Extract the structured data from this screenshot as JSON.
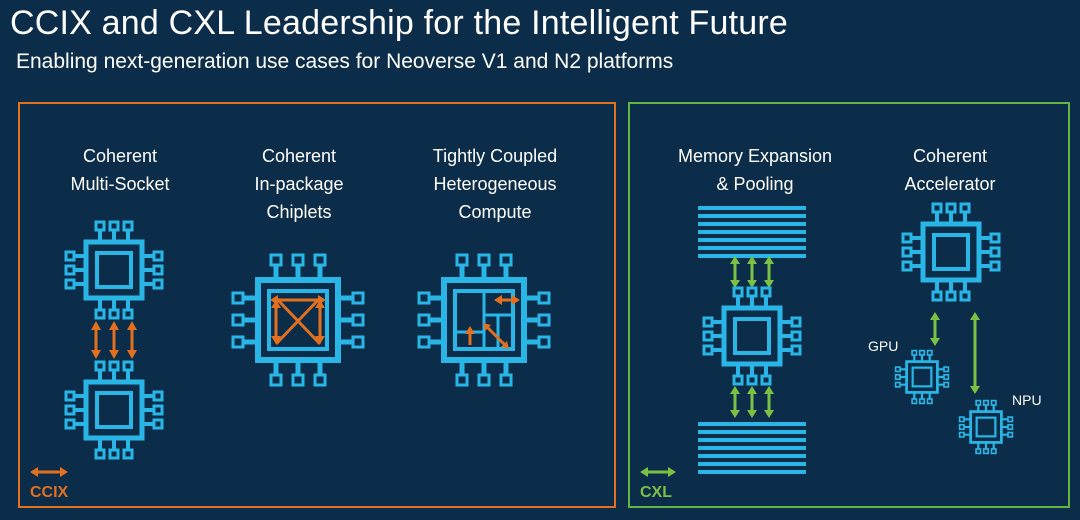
{
  "title": "CCIX and CXL Leadership for the Intelligent Future",
  "subtitle": "Enabling next-generation use cases for Neoverse V1 and N2 platforms",
  "ccix": {
    "label_1": "Coherent\nMulti-Socket",
    "label_2": "Coherent\nIn-package\nChiplets",
    "label_3": "Tightly Coupled\nHeterogeneous\nCompute",
    "legend": "CCIX"
  },
  "cxl": {
    "label_1": "Memory Expansion\n& Pooling",
    "label_2": "Coherent\nAccelerator",
    "gpu": "GPU",
    "npu": "NPU",
    "legend": "CXL"
  },
  "colors": {
    "background": "#0b2d49",
    "chip": "#29b6e6",
    "ccix": "#e2701f",
    "cxl": "#7bc143"
  },
  "icons": [
    "chip-icon",
    "memory-stack-icon",
    "bidirectional-arrow-icon"
  ]
}
